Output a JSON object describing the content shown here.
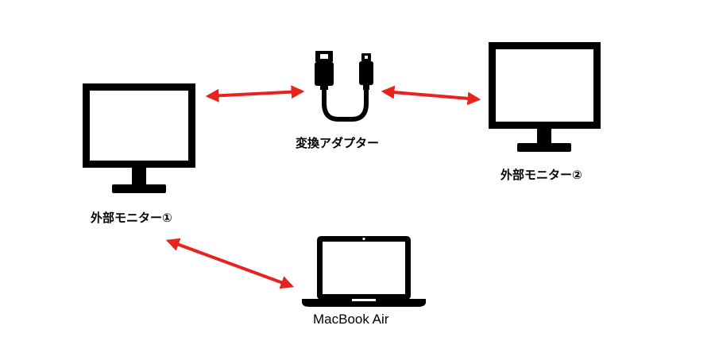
{
  "nodes": {
    "monitor1": {
      "label": "外部モニター①",
      "icon": "monitor-icon"
    },
    "monitor2": {
      "label": "外部モニター②",
      "icon": "monitor-icon"
    },
    "adapter": {
      "label": "変換アダプター",
      "icon": "cable-adapter-icon"
    },
    "laptop": {
      "label": "MacBook Air",
      "icon": "laptop-icon"
    }
  },
  "connections": [
    {
      "from": "monitor1",
      "to": "adapter",
      "style": "double-arrow"
    },
    {
      "from": "adapter",
      "to": "monitor2",
      "style": "double-arrow"
    },
    {
      "from": "monitor1",
      "to": "laptop",
      "style": "double-arrow"
    }
  ],
  "colors": {
    "arrow": "#e8231f",
    "icon": "#000000",
    "background": "#ffffff"
  }
}
